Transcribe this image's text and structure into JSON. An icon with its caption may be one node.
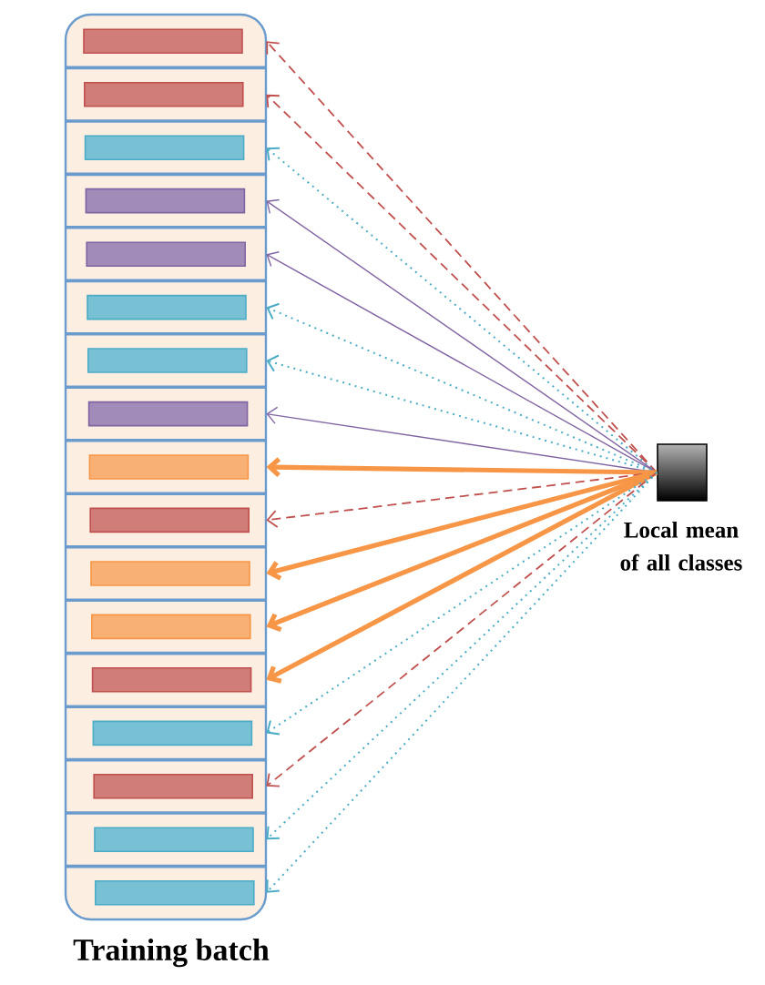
{
  "diagram": {
    "nodes": [
      {
        "text": [
          "Training batch"
        ]
      },
      {
        "text": [],
        "shape": "box",
        "in": 0
      },
      {
        "text": [],
        "shape": "box",
        "in": 0
      },
      {
        "text": [],
        "shape": "box",
        "in": 0
      },
      {
        "text": [],
        "shape": "box",
        "in": 0
      },
      {
        "text": [],
        "shape": "box",
        "in": 0
      },
      {
        "text": [],
        "shape": "box",
        "in": 0
      },
      {
        "text": [],
        "shape": "box",
        "in": 0
      },
      {
        "text": [],
        "shape": "box",
        "in": 0
      },
      {
        "text": [],
        "shape": "box",
        "in": 0
      },
      {
        "text": [],
        "shape": "box",
        "in": 0
      },
      {
        "text": [],
        "shape": "box",
        "in": 0
      },
      {
        "text": [],
        "shape": "box",
        "in": 0
      },
      {
        "text": [],
        "shape": "box",
        "in": 0
      },
      {
        "text": [],
        "shape": "box",
        "in": 0
      },
      {
        "text": [],
        "shape": "box",
        "in": 0
      },
      {
        "text": [],
        "shape": "box",
        "in": 0
      },
      {
        "text": [],
        "shape": "box",
        "in": 0
      },
      {
        "text": [
          "Local mean of all classes"
        ]
      }
    ],
    "edges": [
      {
        "from": 18,
        "to": 1,
        "arrow": "to",
        "style": "dashed",
        "color": "#c0504d"
      },
      {
        "from": 18,
        "to": 2,
        "arrow": "to",
        "style": "dashed",
        "color": "#c0504d"
      },
      {
        "from": 18,
        "to": 3,
        "arrow": "to",
        "style": "dashed",
        "color": "#4bacc6"
      },
      {
        "from": 18,
        "to": 4,
        "arrow": "to"
      },
      {
        "from": 18,
        "to": 5,
        "arrow": "to"
      },
      {
        "from": 18,
        "to": 6,
        "arrow": "to",
        "style": "dashed",
        "color": "#4bacc6"
      },
      {
        "from": 18,
        "to": 7,
        "arrow": "to",
        "style": "dashed",
        "color": "#4bacc6"
      },
      {
        "from": 18,
        "to": 8,
        "arrow": "to"
      },
      {
        "from": 18,
        "to": 9,
        "arrow": "to",
        "style": "thick",
        "color": "#f79646"
      },
      {
        "from": 18,
        "to": 10,
        "arrow": "to",
        "style": "dashed",
        "color": "#c0504d"
      },
      {
        "from": 18,
        "to": 11,
        "arrow": "to",
        "style": "thick",
        "color": "#f79646"
      },
      {
        "from": 18,
        "to": 12,
        "arrow": "to",
        "style": "thick",
        "color": "#f79646"
      },
      {
        "from": 18,
        "to": 13,
        "arrow": "to",
        "style": "thick",
        "color": "#f79646"
      },
      {
        "from": 18,
        "to": 14,
        "arrow": "to",
        "style": "dashed",
        "color": "#4bacc6"
      },
      {
        "from": 18,
        "to": 15,
        "arrow": "to",
        "style": "dashed",
        "color": "#c0504d"
      },
      {
        "from": 18,
        "to": 16,
        "arrow": "to",
        "style": "dashed",
        "color": "#4bacc6"
      },
      {
        "from": 18,
        "to": 17,
        "arrow": "to",
        "style": "dashed",
        "color": "#4bacc6"
      }
    ]
  }
}
